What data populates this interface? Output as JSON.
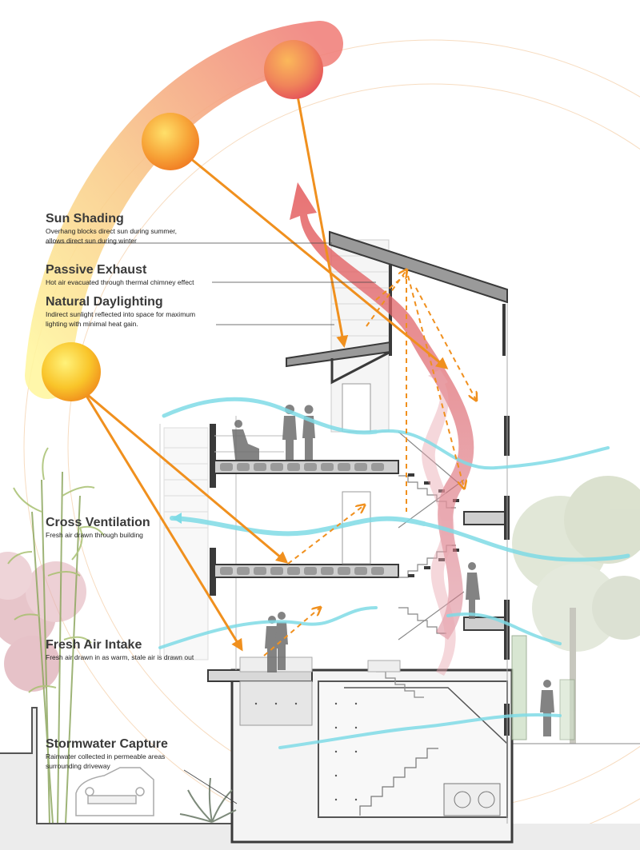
{
  "labels": {
    "sun_shading": {
      "title": "Sun Shading",
      "desc": "Overhang blocks direct sun during summer,\nallows direct sun during winter"
    },
    "passive_exhaust": {
      "title": "Passive Exhaust",
      "desc": "Hot air evacuated through thermal chimney effect"
    },
    "natural_daylighting": {
      "title": "Natural Daylighting",
      "desc": "Indirect sunlight reflected into space for maximum\nlighting with minimal heat gain."
    },
    "cross_ventilation": {
      "title": "Cross Ventilation",
      "desc": "Fresh air drawn through building"
    },
    "fresh_air_intake": {
      "title": "Fresh Air Intake",
      "desc": "Fresh air drawn in as warm, stale air is drawn out"
    },
    "stormwater_capture": {
      "title": "Stormwater Capture",
      "desc": "Rainwater collected in permeable areas\nsurrounding driveway"
    }
  },
  "colors": {
    "sun_ray": "#f0901e",
    "hot_air": "#e06b6b",
    "fresh_air": "#7fdbe6",
    "structure": "#3a3a3a",
    "concrete": "#d8d8d8"
  }
}
